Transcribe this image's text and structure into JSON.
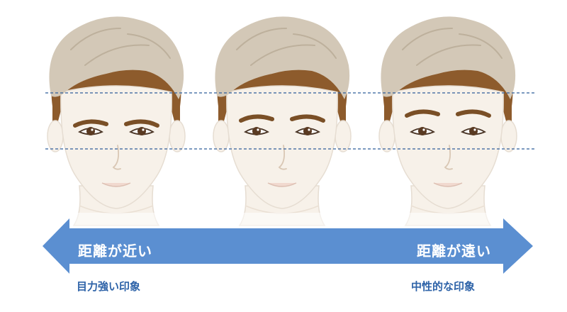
{
  "arrow": {
    "left_label": "距離が近い",
    "right_label": "距離が遠い",
    "color": "#5b8fd1"
  },
  "impressions": {
    "left": "目力強い印象",
    "right": "中性的な印象",
    "color": "#2e63a8"
  },
  "guide_lines": {
    "color": "#2f5d9a",
    "style": "dashed"
  },
  "faces": [
    {
      "eyebrow_eye_distance": "near"
    },
    {
      "eyebrow_eye_distance": "medium"
    },
    {
      "eyebrow_eye_distance": "far"
    }
  ],
  "colors": {
    "skin": "#f7f1e9",
    "hair_top": "#d3c8b7",
    "hair_side": "#8d5b2c",
    "brow": "#7a4f26",
    "iris": "#5a3a22"
  }
}
